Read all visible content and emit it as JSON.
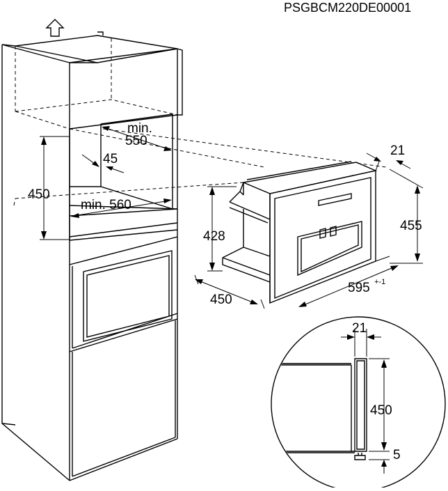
{
  "drawing_code": "PSGBCM220DE00001",
  "icons": {
    "up_arrow": "up-arrow-icon"
  },
  "cabinet_dims": {
    "niche_height": "450",
    "min_depth_label": "min.",
    "min_depth_value": "550",
    "back_gap": "45",
    "min_width": "min. 560"
  },
  "appliance_dims": {
    "height": "455",
    "body_height": "428",
    "depth": "450",
    "width": "595",
    "width_tolerance": "+-1",
    "front_thickness": "21"
  },
  "detail_dims": {
    "front_thickness": "21",
    "front_height": "450",
    "bottom_gap": "5"
  }
}
